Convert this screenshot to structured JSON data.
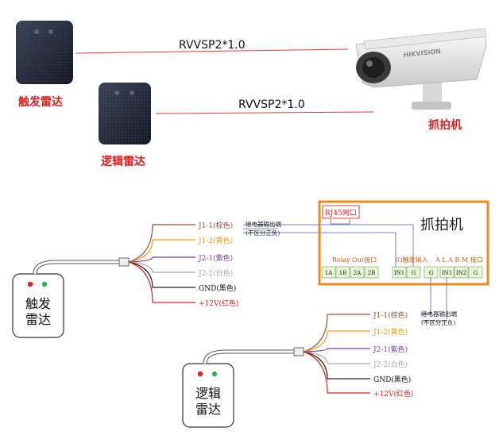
{
  "top": {
    "cable1": "RVVSP2*1.0",
    "cable2": "RVVSP2*1.0",
    "trigger_radar": "触发雷达",
    "logic_radar": "逻辑雷达",
    "camera": "抓拍机",
    "camera_brand": "HIKVISION"
  },
  "panel": {
    "title": "抓拍机",
    "rj45": "RJ45网口",
    "relay_out": "Relay Out接口",
    "io_in": "IO触发输入",
    "alarm": "A L A R M 接口",
    "terminals": [
      "1A",
      "1B",
      "2A",
      "2B",
      "IN1",
      "G",
      "G",
      "IN1",
      "IN2",
      "G"
    ]
  },
  "radar1": {
    "name_line1": "触发",
    "name_line2": "雷达",
    "wires": [
      "J1-1(棕色)",
      "J1-2(黄色)",
      "J2-1(紫色)",
      "J2-2(白色)",
      "GND(黑色)",
      "+12V(红色)"
    ],
    "note_line1": "继电器输出端",
    "note_line2": "(不区分正负)"
  },
  "radar2": {
    "name_line1": "逻辑",
    "name_line2": "雷达",
    "wires": [
      "J1-1(棕色)",
      "J1-2(黄色)",
      "J2-1(紫色)",
      "J2-2(白色)",
      "GND(黑色)",
      "+12V(红色)"
    ],
    "note_line1": "继电器输出端",
    "note_line2": "(不区分正负)"
  },
  "colors": {
    "panel_border": "#f08a18",
    "brown": "#a0522d",
    "yellow": "#f39c12",
    "purple": "#7a3ea8",
    "white_wire": "#a8a8a8",
    "black": "#222222",
    "red": "#e52121",
    "label_red": "#e21b1b",
    "terminal_green": "#e8f6d8",
    "signal_line": "#7a7fd0"
  }
}
